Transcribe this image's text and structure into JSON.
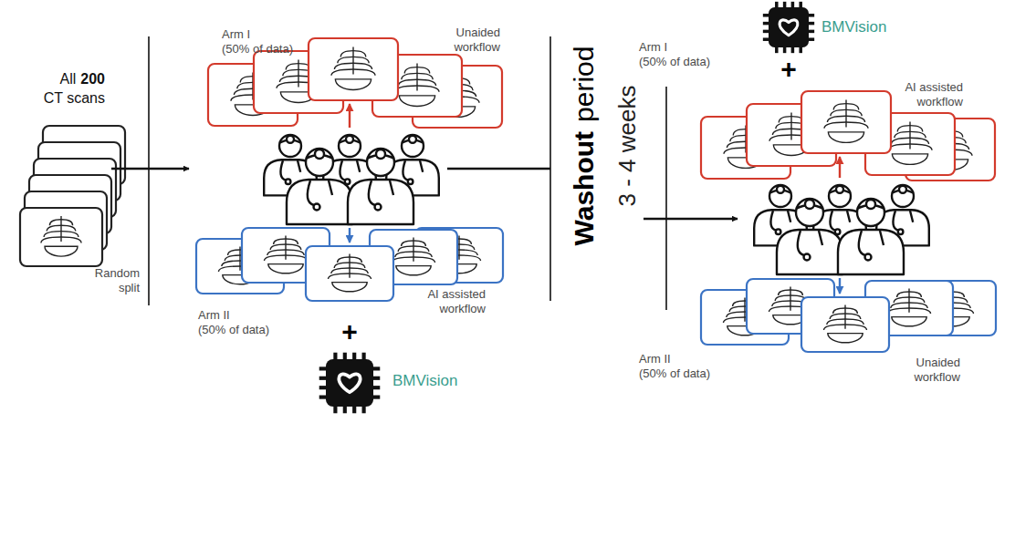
{
  "diagram": {
    "labels": [
      "All",
      "200",
      "CT scans",
      "Random split",
      "Arm I",
      "(50% of data)",
      "Unaided workflow",
      "Arm II",
      "(50% of data)",
      "AI assisted workflow",
      "+",
      "BMVision",
      "Washout",
      "period",
      "3 - 4 weeks",
      "BMVision",
      "+",
      "Arm I",
      "(50% of data)",
      "AI assisted workflow",
      "Arm II",
      "(50% of data)",
      "Unaided workflow"
    ]
  }
}
